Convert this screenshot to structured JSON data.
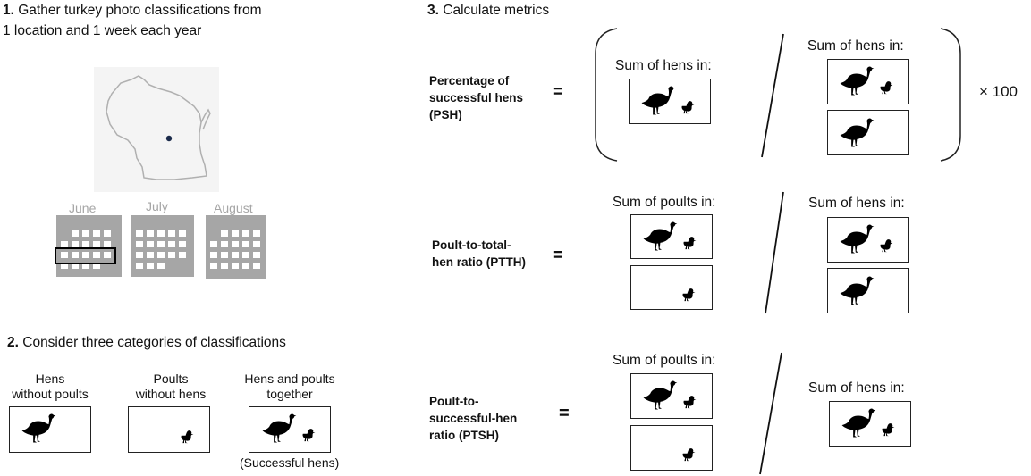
{
  "section1": {
    "number": "1.",
    "line1": "Gather turkey photo classifications from",
    "line2": "1 location and 1 week each year"
  },
  "months": [
    "June",
    "July",
    "August"
  ],
  "section2": {
    "number": "2.",
    "title": "Consider three categories of classifications"
  },
  "categories": [
    {
      "line1": "Hens",
      "line2": "without poults"
    },
    {
      "line1": "Poults",
      "line2": "without hens"
    },
    {
      "line1": "Hens and poults",
      "line2": "together",
      "note": "(Successful hens)"
    }
  ],
  "section3": {
    "number": "3.",
    "title": "Calculate metrics"
  },
  "metrics": {
    "psh": {
      "line1": "Percentage of",
      "line2": "successful hens",
      "line3": "(PSH)",
      "numerator_label": "Sum of hens in:",
      "denominator_label": "Sum of hens in:",
      "multiplier": "× 100"
    },
    "ptth": {
      "line1": "Poult-to-total-",
      "line2": "hen ratio (PTTH)",
      "numerator_label": "Sum of poults in:",
      "denominator_label": "Sum of hens in:"
    },
    "ptsh": {
      "line1": "Poult-to-",
      "line2": "successful-hen",
      "line3": "ratio (PTSH)",
      "numerator_label": "Sum of poults in:",
      "denominator_label": "Sum of hens in:"
    }
  },
  "equals_sign": "=",
  "icons": {
    "hen": "turkey-hen-icon",
    "poult": "turkey-poult-icon",
    "map": "wisconsin-map-icon"
  },
  "colors": {
    "calendar": "#a6a6a6",
    "map_outline": "#b0b0b0",
    "location_dot": "#1a2a4a"
  }
}
